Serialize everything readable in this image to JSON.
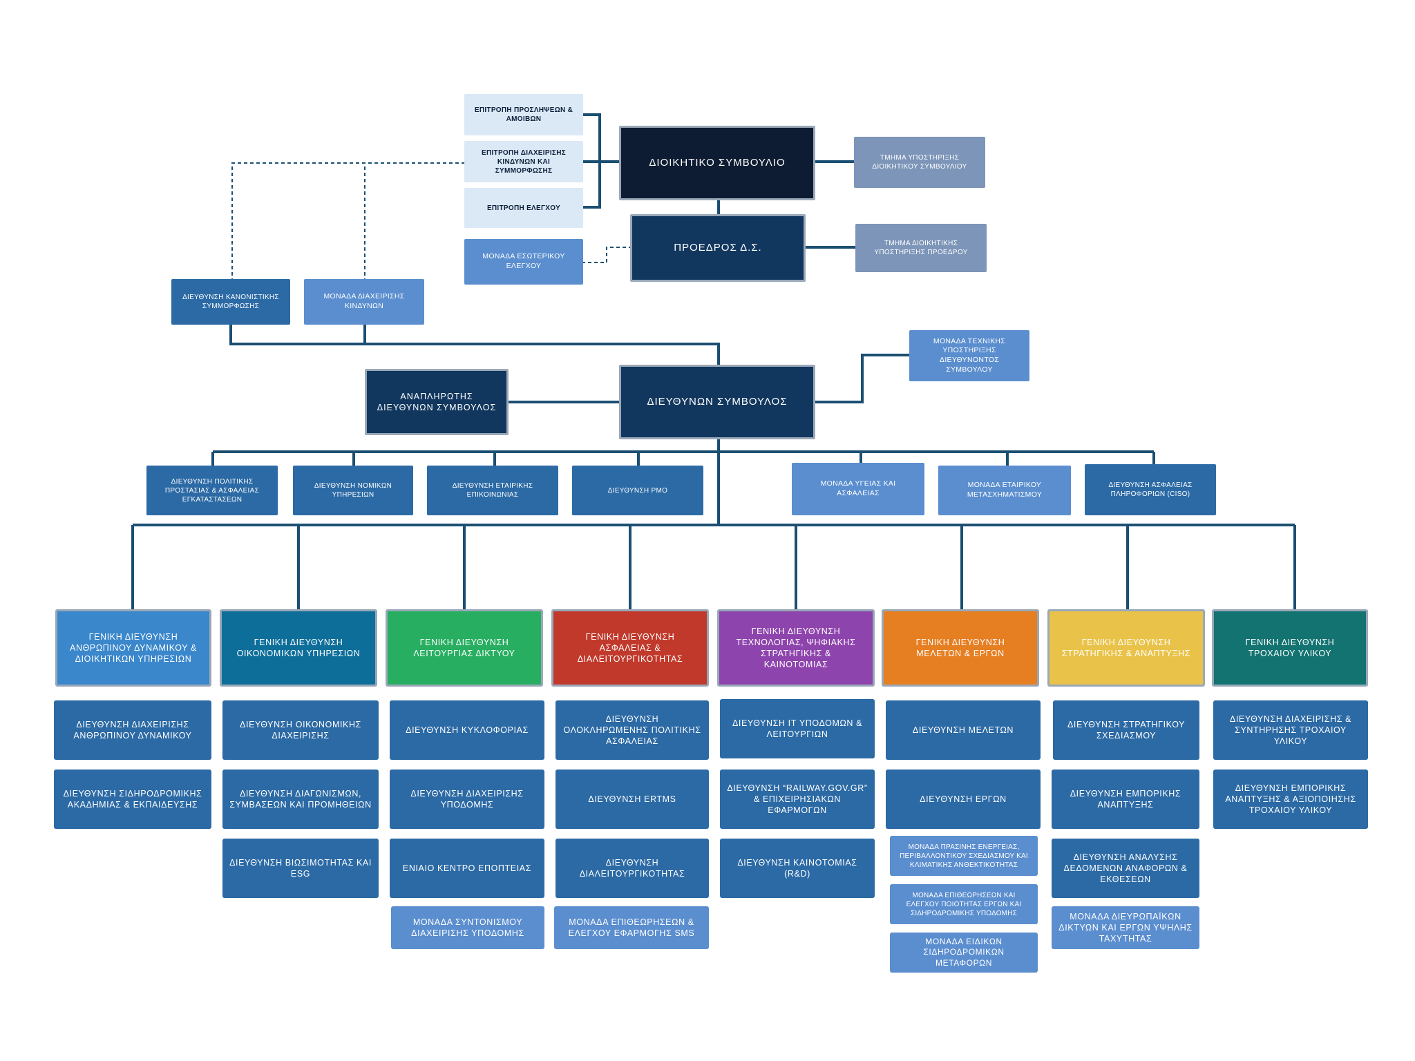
{
  "colors": {
    "connector": "#1b4f72",
    "gm_hr": "#3a87cb",
    "gm_finance": "#0e6e9a",
    "gm_network": "#27ae60",
    "gm_safety": "#c0392b",
    "gm_tech": "#8e44ad",
    "gm_studies": "#e67e22",
    "gm_strategy": "#e9c349",
    "gm_rolling": "#137371"
  },
  "top": {
    "board": "ΔΙΟΙΚΗΤΙΚΟ ΣΥΜΒΟΥΛΙΟ",
    "chairman": "ΠΡΟΕΔΡΟΣ Δ.Σ.",
    "committee_remuneration": "ΕΠΙΤΡΟΠΗ ΠΡΟΣΛΗΨΕΩΝ & ΑΜΟΙΒΩΝ",
    "committee_risk": "ΕΠΙΤΡΟΠΗ ΔΙΑΧΕΙΡΙΣΗΣ ΚΙΝΔΥΝΩΝ ΚΑΙ ΣΥΜΜΟΡΦΩΣΗΣ",
    "committee_audit": "ΕΠΙΤΡΟΠΗ ΕΛΕΓΧΟΥ",
    "internal_audit": "ΜΟΝΑΔΑ ΕΣΩΤΕΡΙΚΟΥ ΕΛΕΓΧΟΥ",
    "board_support": "ΤΜΗΜΑ ΥΠΟΣΤΗΡΙΞΗΣ ΔΙΟΙΚΗΤΙΚΟΥ ΣΥΜΒΟΥΛΙΟΥ",
    "chairman_support": "ΤΜΗΜΑ ΔΙΟΙΚΗΤΙΚΗΣ ΥΠΟΣΤΗΡΙΞΗΣ ΠΡΟΕΔΡΟΥ",
    "compliance": "ΔΙΕΥΘΥΝΣΗ ΚΑΝΟΝΙΣΤΙΚΗΣ ΣΥΜΜΟΡΦΩΣΗΣ",
    "risk_unit": "ΜΟΝΑΔΑ ΔΙΑΧΕΙΡΙΣΗΣ ΚΙΝΔΥΝΩΝ",
    "ceo": "ΔΙΕΥΘΥΝΩΝ ΣΥΜΒΟΥΛΟΣ",
    "deputy_ceo": "ΑΝΑΠΛΗΡΩΤΗΣ ΔΙΕΥΘΥΝΩΝ ΣΥΜΒΟΥΛΟΣ",
    "ceo_support": "ΜΟΝΑΔΑ ΤΕΧΝΙΚΗΣ ΥΠΟΣΤΗΡΙΞΗΣ ΔΙΕΥΘΥΝΟΝΤΟΣ ΣΥΜΒΟΥΛΟΥ"
  },
  "staff": [
    "ΔΙΕΥΘΥΝΣΗ ΠΟΛΙΤΙΚΗΣ ΠΡΟΣΤΑΣΙΑΣ & ΑΣΦΑΛΕΙΑΣ ΕΓΚΑΤΑΣΤΑΣΕΩΝ",
    "ΔΙΕΥΘΥΝΣΗ ΝΟΜΙΚΩΝ ΥΠΗΡΕΣΙΩΝ",
    "ΔΙΕΥΘΥΝΣΗ ΕΤΑΙΡΙΚΗΣ ΕΠΙΚΟΙΝΩΝΙΑΣ",
    "ΔΙΕΥΘΥΝΣΗ PMO",
    "ΜΟΝΑΔΑ ΥΓΕΙΑΣ ΚΑΙ ΑΣΦΑΛΕΙΑΣ",
    "ΜΟΝΑΔΑ ΕΤΑΙΡΙΚΟΥ ΜΕΤΑΣΧΗΜΑΤΙΣΜΟΥ",
    "ΔΙΕΥΘΥΝΣΗ ΑΣΦΑΛΕΙΑΣ ΠΛΗΡΟΦΟΡΙΩΝ (CISO)"
  ],
  "general_directorates": [
    {
      "title": "ΓΕΝΙΚΗ ΔΙΕΥΘΥΝΣΗ ΑΝΘΡΩΠΙΝΟΥ ΔΥΝΑΜΙΚΟΥ & ΔΙΟΙΚΗΤΙΚΩΝ ΥΠΗΡΕΣΙΩΝ",
      "units": [
        "ΔΙΕΥΘΥΝΣΗ ΔΙΑΧΕΙΡΙΣΗΣ ΑΝΘΡΩΠΙΝΟΥ ΔΥΝΑΜΙΚΟΥ",
        "ΔΙΕΥΘΥΝΣΗ ΣΙΔΗΡΟΔΡΟΜΙΚΗΣ ΑΚΑΔΗΜΙΑΣ & ΕΚΠΑΙΔΕΥΣΗΣ"
      ]
    },
    {
      "title": "ΓΕΝΙΚΗ ΔΙΕΥΘΥΝΣΗ ΟΙΚΟΝΟΜΙΚΩΝ ΥΠΗΡΕΣΙΩΝ",
      "units": [
        "ΔΙΕΥΘΥΝΣΗ ΟΙΚΟΝΟΜΙΚΗΣ ΔΙΑΧΕΙΡΙΣΗΣ",
        "ΔΙΕΥΘΥΝΣΗ ΔΙΑΓΩΝΙΣΜΩΝ, ΣΥΜΒΑΣΕΩΝ ΚΑΙ ΠΡΟΜΗΘΕΙΩΝ",
        "ΔΙΕΥΘΥΝΣΗ ΒΙΩΣΙΜΟΤΗΤΑΣ ΚΑΙ ESG"
      ]
    },
    {
      "title": "ΓΕΝΙΚΗ ΔΙΕΥΘΥΝΣΗ ΛΕΙΤΟΥΡΓΙΑΣ ΔΙΚΤΥΟΥ",
      "units": [
        "ΔΙΕΥΘΥΝΣΗ ΚΥΚΛΟΦΟΡΙΑΣ",
        "ΔΙΕΥΘΥΝΣΗ ΔΙΑΧΕΙΡΙΣΗΣ ΥΠΟΔΟΜΗΣ",
        "ΕΝΙΑΙΟ ΚΕΝΤΡΟ ΕΠΟΠΤΕΙΑΣ",
        "ΜΟΝΑΔΑ ΣΥΝΤΟΝΙΣΜΟΥ ΔΙΑΧΕΙΡΙΣΗΣ ΥΠΟΔΟΜΗΣ"
      ]
    },
    {
      "title": "ΓΕΝΙΚΗ ΔΙΕΥΘΥΝΣΗ ΑΣΦΑΛΕΙΑΣ & ΔΙΑΛΕΙΤΟΥΡΓΙΚΟΤΗΤΑΣ",
      "units": [
        "ΔΙΕΥΘΥΝΣΗ ΟΛΟΚΛΗΡΩΜΕΝΗΣ ΠΟΛΙΤΙΚΗΣ ΑΣΦΑΛΕΙΑΣ",
        "ΔΙΕΥΘΥΝΣΗ ERTMS",
        "ΔΙΕΥΘΥΝΣΗ ΔΙΑΛΕΙΤΟΥΡΓΙΚΟΤΗΤΑΣ",
        "ΜΟΝΑΔΑ ΕΠΙΘΕΩΡΗΣΕΩΝ & ΕΛΕΓΧΟΥ ΕΦΑΡΜΟΓΗΣ SMS"
      ]
    },
    {
      "title": "ΓΕΝΙΚΗ ΔΙΕΥΘΥΝΣΗ ΤΕΧΝΟΛΟΓΙΑΣ, ΨΗΦΙΑΚΗΣ ΣΤΡΑΤΗΓΙΚΗΣ & ΚΑΙΝΟΤΟΜΙΑΣ",
      "units": [
        "ΔΙΕΥΘΥΝΣΗ IT ΥΠΟΔΟΜΩΝ & ΛΕΙΤΟΥΡΓΙΩΝ",
        "ΔΙΕΥΘΥΝΣΗ “RAILWAY.GOV.GR” & ΕΠΙΧΕΙΡΗΣΙΑΚΩΝ ΕΦΑΡΜΟΓΩΝ",
        "ΔΙΕΥΘΥΝΣΗ ΚΑΙΝΟΤΟΜΙΑΣ (R&D)"
      ]
    },
    {
      "title": "ΓΕΝΙΚΗ ΔΙΕΥΘΥΝΣΗ ΜΕΛΕΤΩΝ & ΕΡΓΩΝ",
      "units": [
        "ΔΙΕΥΘΥΝΣΗ ΜΕΛΕΤΩΝ",
        "ΔΙΕΥΘΥΝΣΗ ΕΡΓΩΝ",
        "ΜΟΝΑΔΑ ΠΡΑΣΙΝΗΣ ΕΝΕΡΓΕΙΑΣ, ΠΕΡΙΒΑΛΛΟΝΤΙΚΟΥ ΣΧΕΔΙΑΣΜΟΥ ΚΑΙ ΚΛΙΜΑΤΙΚΗΣ ΑΝΘΕΚΤΙΚΟΤΗΤΑΣ",
        "ΜΟΝΑΔΑ ΕΠΙΘΕΩΡΗΣΕΩΝ ΚΑΙ ΕΛΕΓΧΟΥ ΠΟΙΟΤΗΤΑΣ ΕΡΓΩΝ ΚΑΙ ΣΙΔΗΡΟΔΡΟΜΙΚΗΣ ΥΠΟΔΟΜΗΣ",
        "ΜΟΝΑΔΑ ΕΙΔΙΚΩΝ ΣΙΔΗΡΟΔΡΟΜΙΚΩΝ ΜΕΤΑΦΟΡΩΝ"
      ]
    },
    {
      "title": "ΓΕΝΙΚΗ ΔΙΕΥΘΥΝΣΗ ΣΤΡΑΤΗΓΙΚΗΣ & ΑΝΑΠΤΥΞΗΣ",
      "units": [
        "ΔΙΕΥΘΥΝΣΗ ΣΤΡΑΤΗΓΙΚΟΥ ΣΧΕΔΙΑΣΜΟΥ",
        "ΔΙΕΥΘΥΝΣΗ ΕΜΠΟΡΙΚΗΣ ΑΝΑΠΤΥΞΗΣ",
        "ΔΙΕΥΘΥΝΣΗ ΑΝΑΛΥΣΗΣ ΔΕΔΟΜΕΝΩΝ ΑΝΑΦΟΡΩΝ & ΕΚΘΕΣΕΩΝ",
        "ΜΟΝΑΔΑ ΔΙΕΥΡΩΠΑΪΚΩΝ ΔΙΚΤΥΩΝ ΚΑΙ ΕΡΓΩΝ ΥΨΗΛΗΣ ΤΑΧΥΤΗΤΑΣ"
      ]
    },
    {
      "title": "ΓΕΝΙΚΗ ΔΙΕΥΘΥΝΣΗ ΤΡΟΧΑΙΟΥ ΥΛΙΚΟΥ",
      "units": [
        "ΔΙΕΥΘΥΝΣΗ ΔΙΑΧΕΙΡΙΣΗΣ & ΣΥΝΤΗΡΗΣΗΣ ΤΡΟΧΑΙΟΥ ΥΛΙΚΟΥ",
        "ΔΙΕΥΘΥΝΣΗ ΕΜΠΟΡΙΚΗΣ ΑΝΑΠΤΥΞΗΣ & ΑΞΙΟΠΟΙΗΣΗΣ ΤΡΟΧΑΙΟΥ ΥΛΙΚΟΥ"
      ]
    }
  ]
}
